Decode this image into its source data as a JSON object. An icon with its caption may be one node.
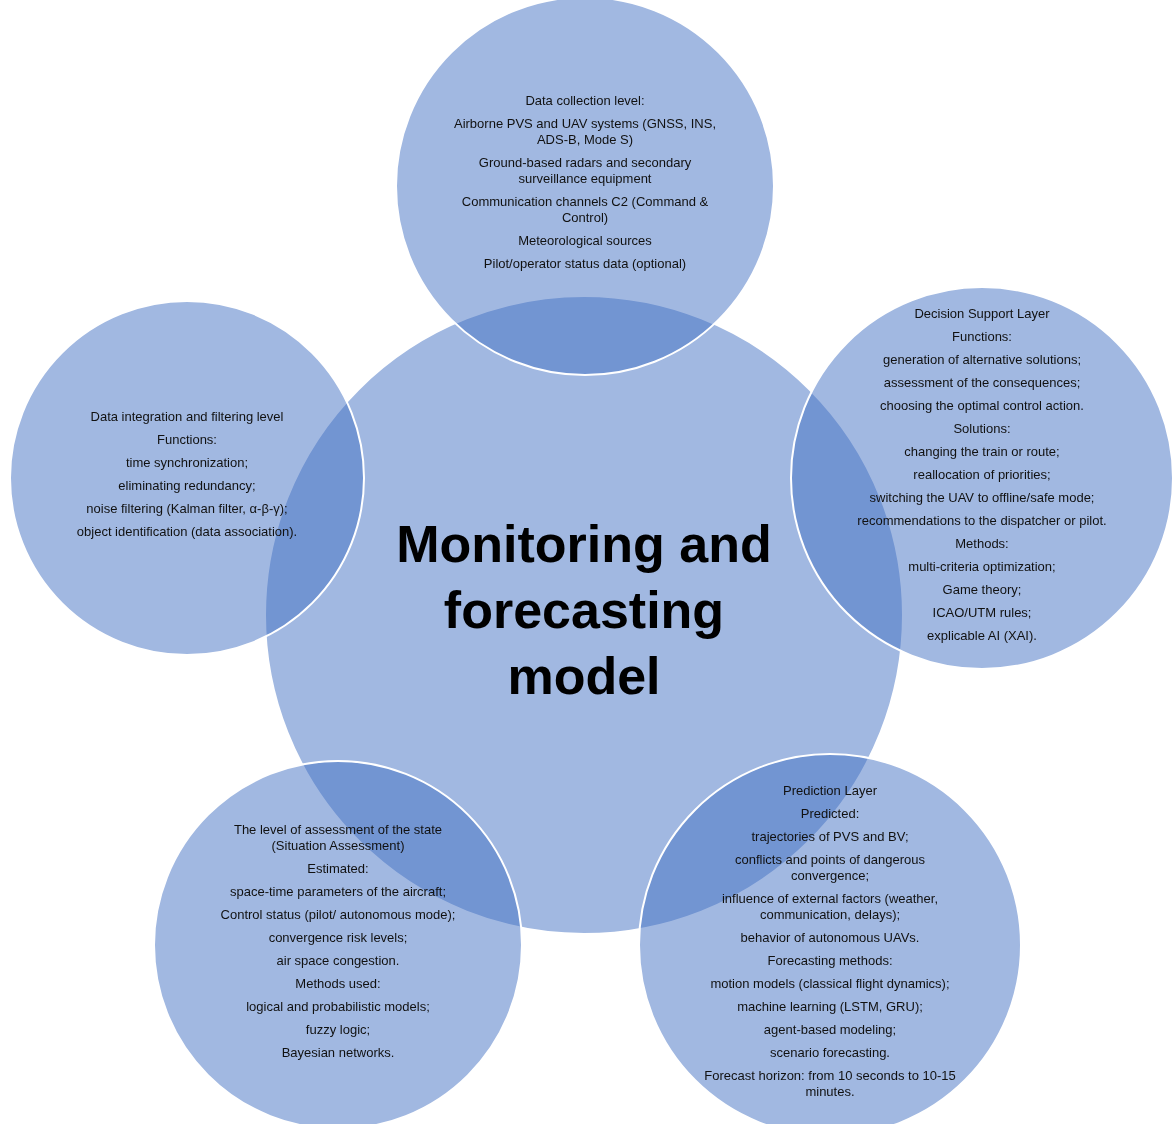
{
  "diagram": {
    "nodes": [
      {
        "text": [
          "Data collection level:",
          "Airborne PVS and UAV systems (GNSS, INS, ADS-B, Mode S)",
          "Ground-based radars and secondary surveillance equipment",
          "Communication channels C2 (Command & Control)",
          "Meteorological sources",
          "Pilot/operator status data (optional)"
        ]
      },
      {
        "text": [
          "Decision Support Layer",
          "Functions:",
          "generation of alternative solutions;",
          "assessment of the consequences;",
          "choosing the optimal control action.",
          "Solutions:",
          "changing the train or route;",
          "reallocation of priorities;",
          "switching the UAV to offline/safe mode;",
          "recommendations to the dispatcher or pilot.",
          "Methods:",
          "multi-criteria optimization;",
          "Game theory;",
          "ICAO/UTM rules;",
          "explicable AI (XAI)."
        ]
      },
      {
        "text": [
          "Data integration and filtering level",
          "Functions:",
          "time synchronization;",
          "eliminating redundancy;",
          "noise filtering (Kalman filter, α-β-γ);",
          "object identification (data association)."
        ]
      },
      {
        "text": [
          "Monitoring and forecasting model"
        ]
      },
      {
        "text": [
          "The level of assessment of the state (Situation Assessment)",
          "Estimated:",
          "space-time parameters of the aircraft;",
          "Control status (pilot/ autonomous mode);",
          "convergence risk levels;",
          "air space congestion.",
          "Methods used:",
          "logical and probabilistic models;",
          "fuzzy logic;",
          "Bayesian networks."
        ]
      },
      {
        "text": [
          "Prediction Layer",
          "Predicted:",
          "trajectories of PVS and BV;",
          "conflicts and points of dangerous convergence;",
          "influence of external factors (weather, communication, delays);",
          "behavior of autonomous UAVs.",
          "Forecasting methods:",
          "motion models (classical flight dynamics);",
          "machine learning (LSTM, GRU);",
          "agent-based modeling;",
          "scenario forecasting.",
          "Forecast horizon: from 10 seconds to 10-15 minutes."
        ]
      }
    ]
  }
}
